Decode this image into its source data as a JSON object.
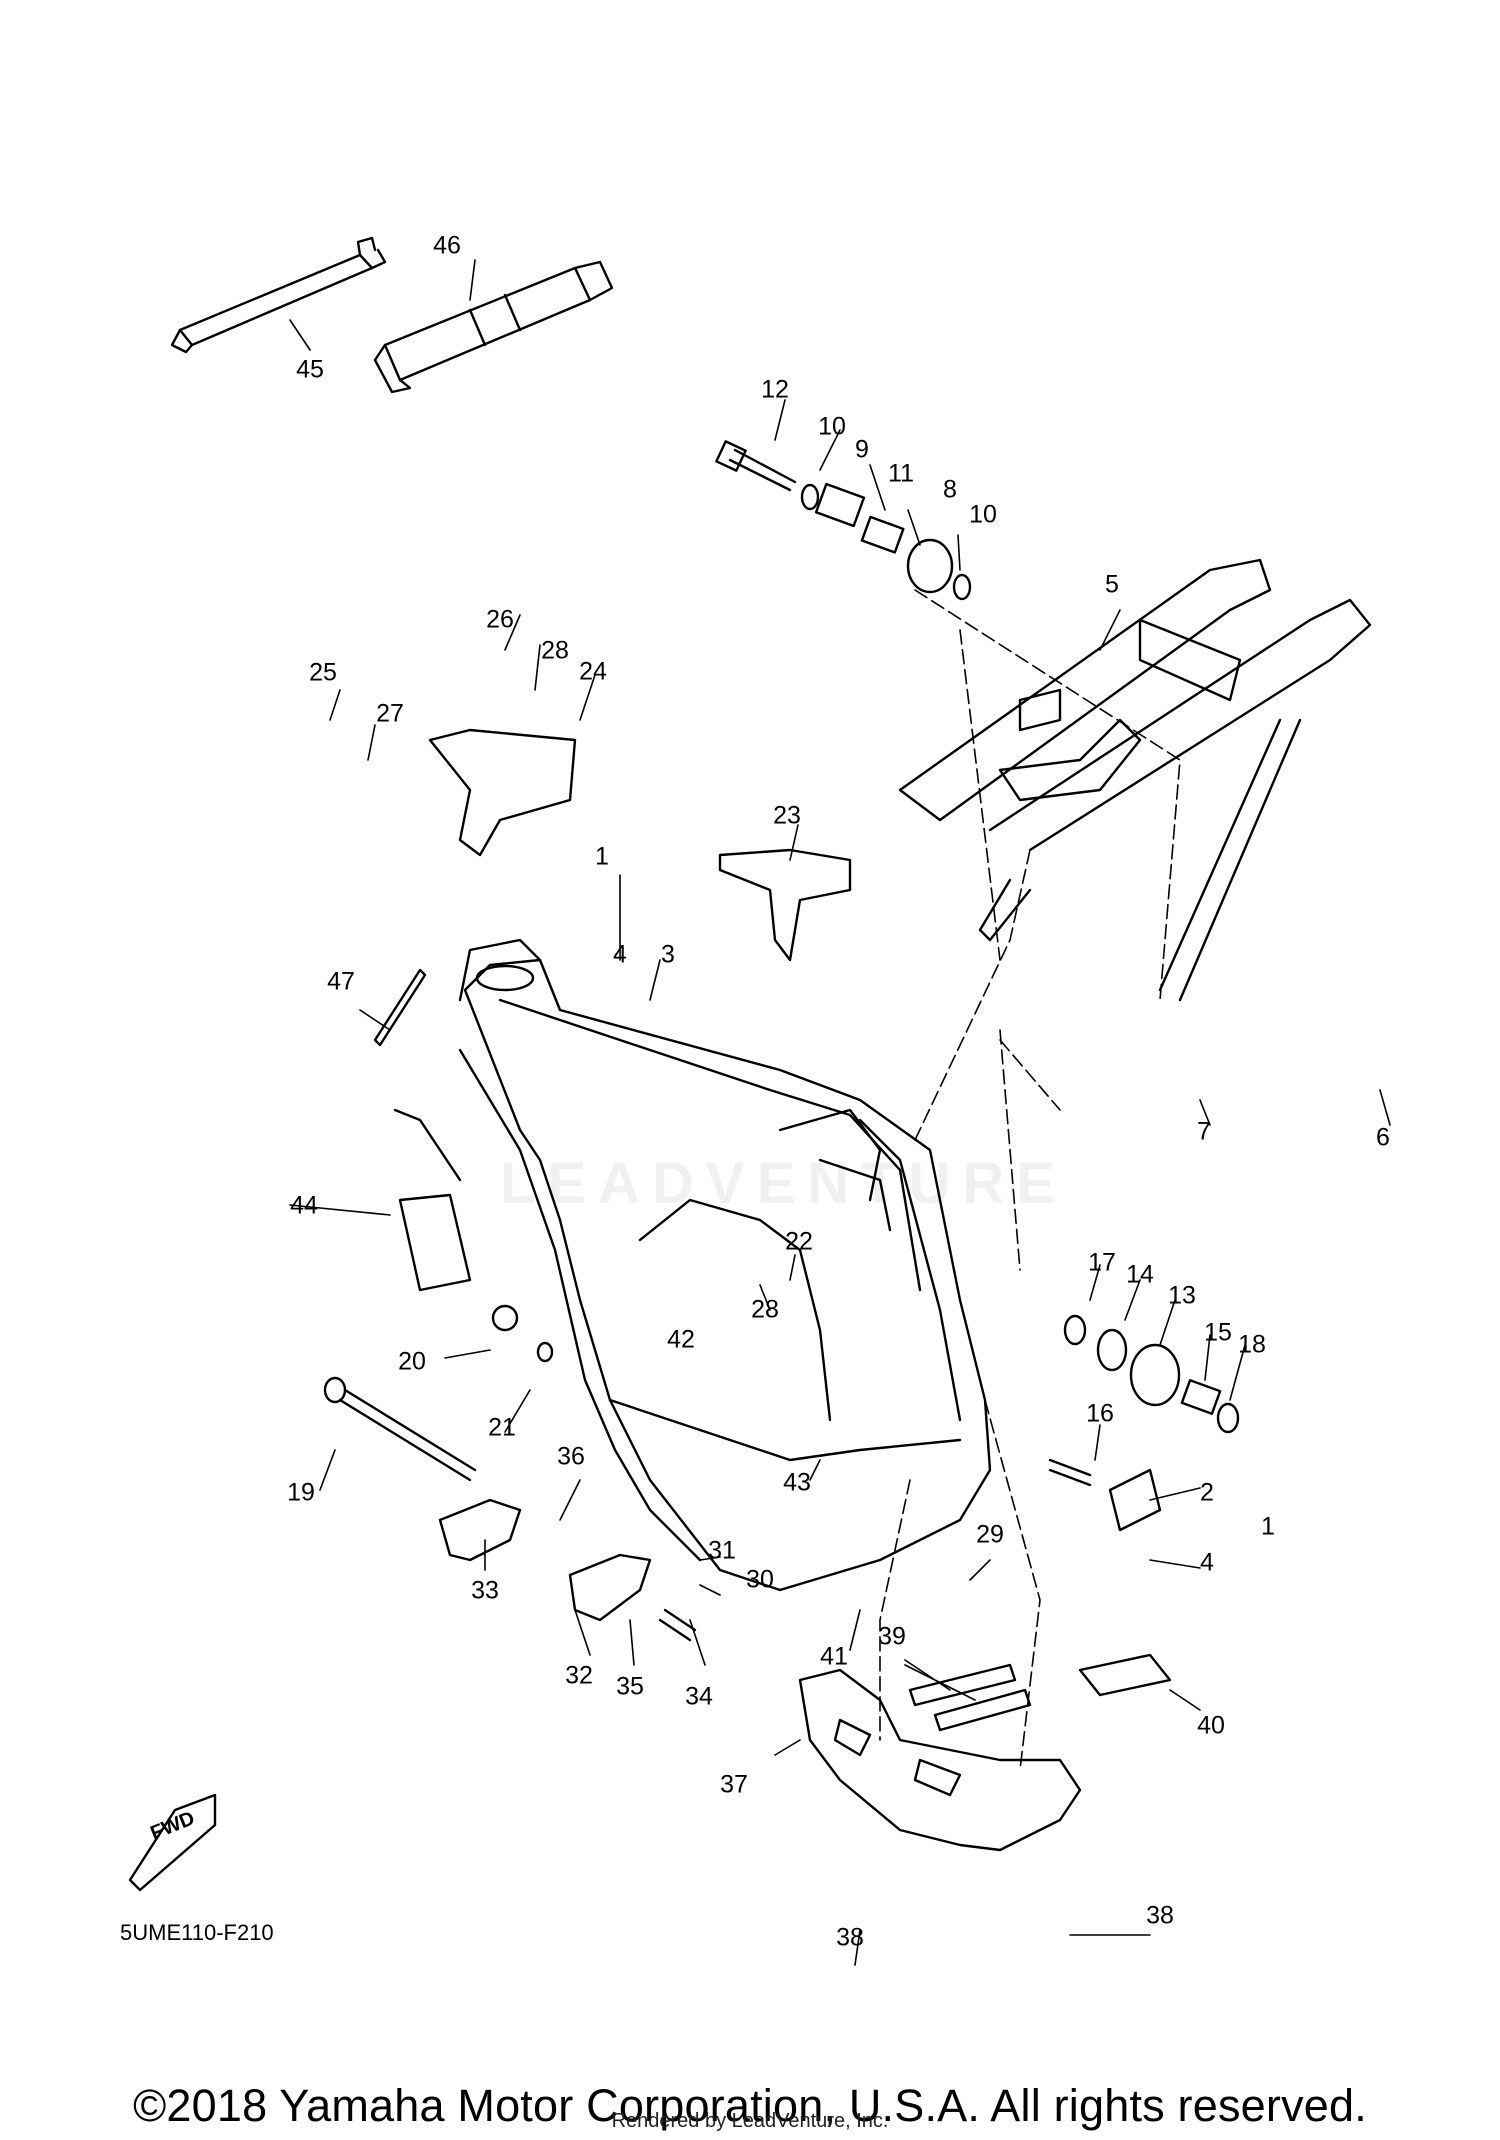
{
  "diagram": {
    "code": "5UME110-F210",
    "fwd_text": "FWD",
    "watermark": "LEADVENTURE",
    "copyright": "©2018 Yamaha Motor Corporation, U.S.A. All rights reserved.",
    "rendered_by": "Rendered by LeadVenture, Inc.",
    "callouts": [
      "46",
      "45",
      "12",
      "10",
      "9",
      "11",
      "8",
      "10",
      "5",
      "26",
      "28",
      "24",
      "25",
      "27",
      "23",
      "1",
      "4",
      "3",
      "47",
      "7",
      "6",
      "44",
      "22",
      "28",
      "17",
      "14",
      "13",
      "15",
      "18",
      "20",
      "42",
      "16",
      "21",
      "19",
      "36",
      "43",
      "2",
      "4",
      "1",
      "29",
      "31",
      "30",
      "33",
      "32",
      "35",
      "34",
      "41",
      "39",
      "40",
      "37",
      "38",
      "38"
    ]
  }
}
